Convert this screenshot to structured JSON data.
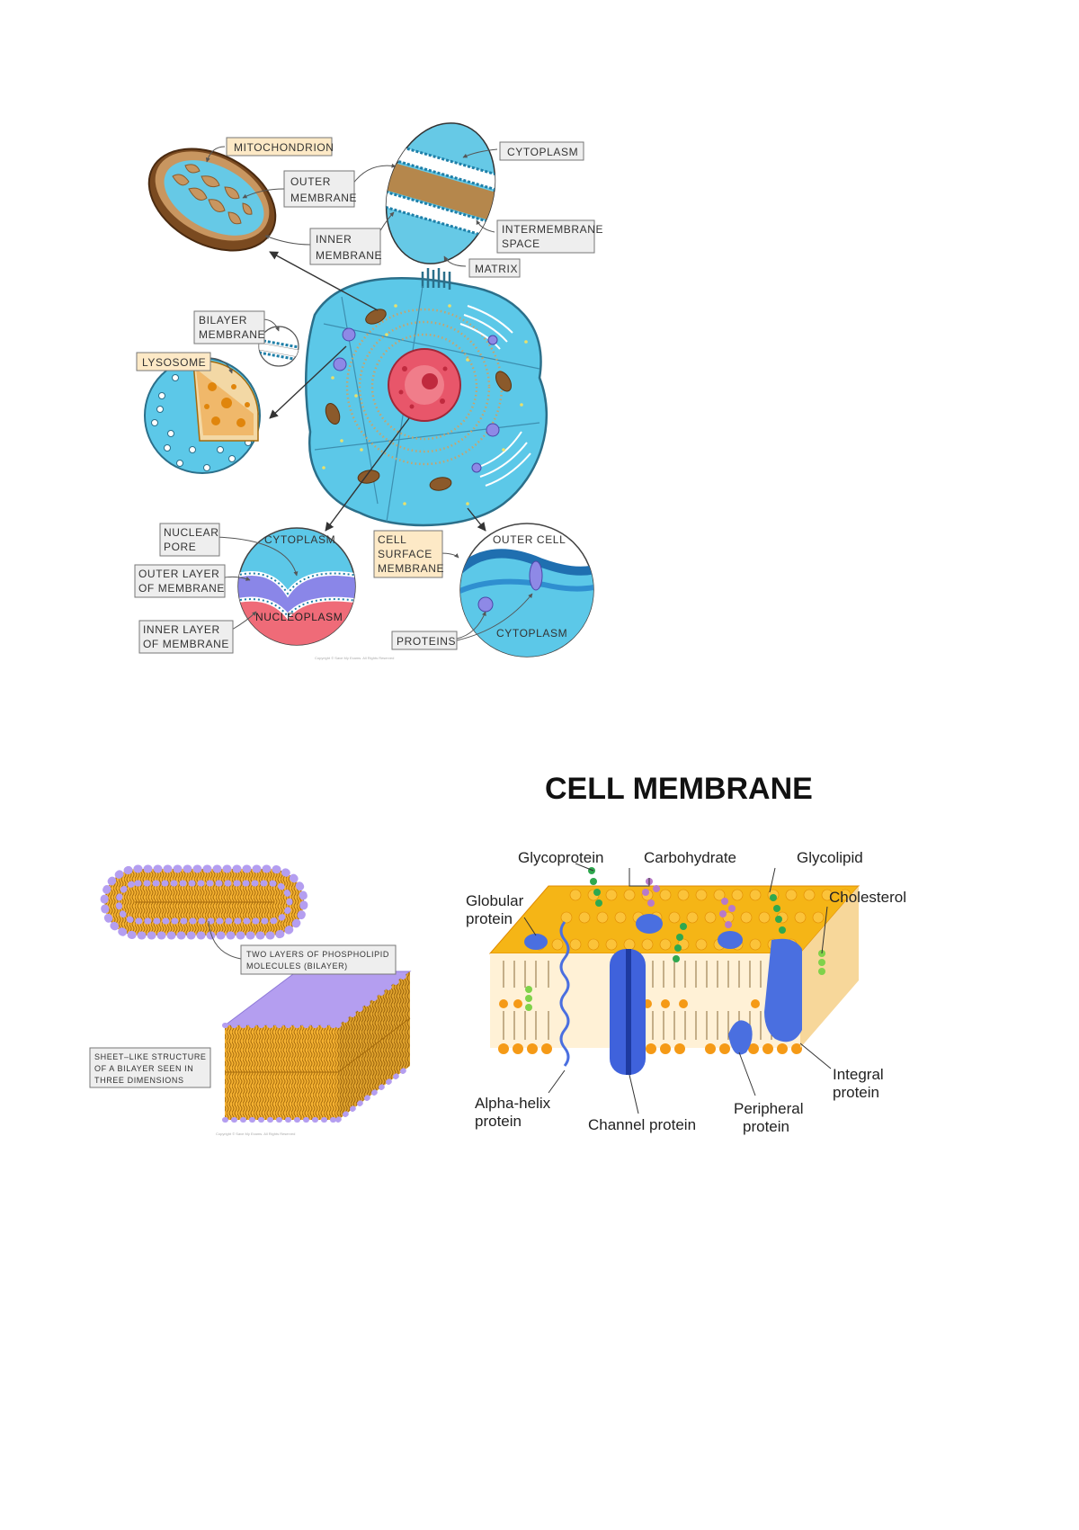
{
  "colors": {
    "cytoplasm": "#5cc8e8",
    "mito_brown": "#8b5a2b",
    "mito_tan": "#c79a5e",
    "nucleus": "#e8566a",
    "nucleoplasm": "#ef6b78",
    "bilayer_orange": "#f2a51c",
    "phospholipid_head": "#b49ef0",
    "protein_blue": "#4a6fe0",
    "glyco_green": "#2fa84f",
    "carb_purple": "#b77ac9",
    "label_tan": "#fde9c6",
    "label_grey": "#eeeeee"
  },
  "figure1": {
    "labels": {
      "mitochondrion": "MITOCHONDRION",
      "outer_membrane": [
        "OUTER",
        "MEMBRANE"
      ],
      "inner_membrane": [
        "INNER",
        "MEMBRANE"
      ],
      "cytoplasm_top": "CYTOPLASM",
      "intermembrane_space": [
        "INTERMEMBRANE",
        "SPACE"
      ],
      "matrix": "MATRIX",
      "bilayer_membrane": [
        "BILAYER",
        "MEMBRANE"
      ],
      "lysosome": "LYSOSOME",
      "nuclear_pore": [
        "NUCLEAR",
        "PORE"
      ],
      "outer_layer": [
        "OUTER  LAYER",
        "OF  MEMBRANE"
      ],
      "inner_layer": [
        "INNER  LAYER",
        "OF  MEMBRANE"
      ],
      "cytoplasm_nuc": "CYTOPLASM",
      "nucleoplasm": "NUCLEOPLASM",
      "cell_surface_membrane": [
        "CELL",
        "SURFACE",
        "MEMBRANE"
      ],
      "outer_cell": "OUTER  CELL",
      "cytoplasm_cell": "CYTOPLASM",
      "proteins": "PROTEINS"
    },
    "copyright": "Copyright © Save My Exams. All Rights Reserved"
  },
  "figure2": {
    "two_layers": [
      "TWO  LAYERS  OF  PHOSPHOLIPID",
      "MOLECULES  (BILAYER)"
    ],
    "sheet_like": [
      "SHEET–LIKE  STRUCTURE",
      "OF  A  BILAYER  SEEN  IN",
      "THREE  DIMENSIONS"
    ],
    "copyright": "Copyright © Save My Exams. All Rights Reserved"
  },
  "figure3": {
    "title": "CELL MEMBRANE",
    "labels": {
      "glycoprotein": "Glycoprotein",
      "carbohydrate": "Carbohydrate",
      "glycolipid": "Glycolipid",
      "cholesterol": "Cholesterol",
      "globular": [
        "Globular",
        "protein"
      ],
      "alpha_helix": [
        "Alpha-helix",
        "protein"
      ],
      "channel": "Channel protein",
      "peripheral": [
        "Peripheral",
        "protein"
      ],
      "integral": [
        "Integral",
        "protein"
      ]
    }
  }
}
